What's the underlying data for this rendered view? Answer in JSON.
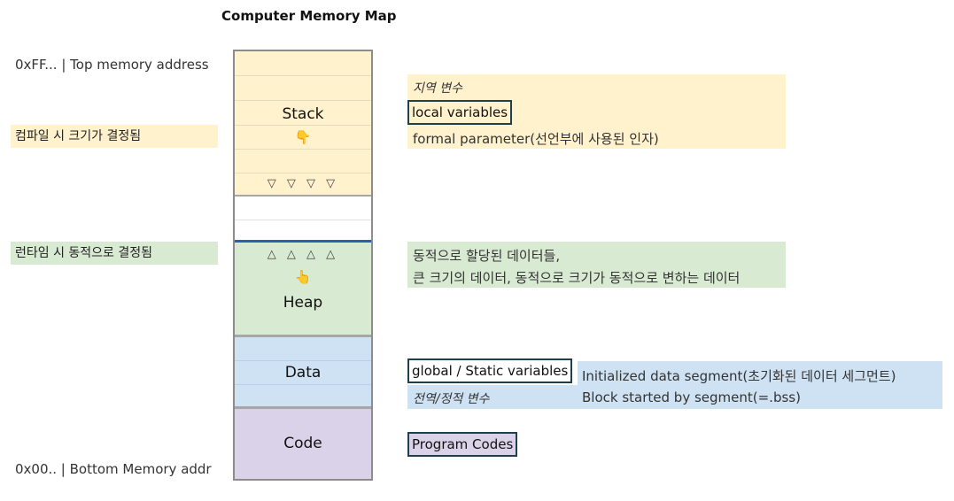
{
  "title": "Computer Memory Map",
  "addresses": {
    "top": "0xFF... | Top memory address",
    "bottom": "0x00.. | Bottom Memory addr"
  },
  "side_notes": {
    "compile_time": "컴파일 시 크기가 결정됨",
    "runtime": "런타임 시 동적으로 결정됨"
  },
  "segments": {
    "stack": {
      "label": "Stack",
      "hand": "👇",
      "arrows": "▽ ▽ ▽ ▽"
    },
    "heap": {
      "label": "Heap",
      "hand": "👆",
      "arrows": "△ △ △ △"
    },
    "data": {
      "label": "Data"
    },
    "code": {
      "label": "Code"
    }
  },
  "annotations": {
    "stack_korean": "지역 변수",
    "stack_box": "local variables",
    "stack_formal": "formal parameter(선언부에 사용된 인자)",
    "heap_line1": "동적으로 할당된 데이터들,",
    "heap_line2": "큰 크기의 데이터, 동적으로 크기가 동적으로 변하는 데이터",
    "data_box": "global / Static variables",
    "data_korean": "전역/정적 변수",
    "data_init": "Initialized data segment(초기화된 데이터 세그먼트)",
    "data_bss": "Block started by segment(=.bss)",
    "code_box": "Program Codes"
  },
  "colors": {
    "stack": "#fff2cc",
    "heap": "#d9ead3",
    "data": "#cfe2f3",
    "code": "#d9d2e9",
    "box_border": "#1f3f4f",
    "heap_boundary": "#2e5fa8"
  }
}
